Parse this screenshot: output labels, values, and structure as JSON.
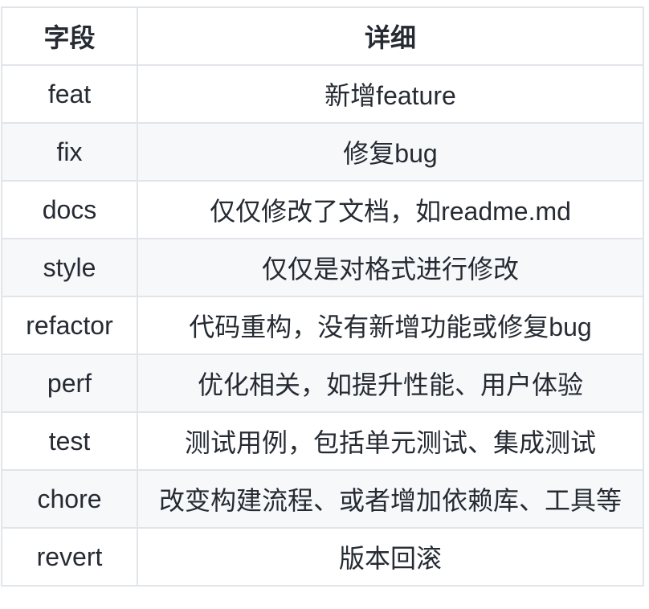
{
  "table": {
    "name": "commit-type-reference-table",
    "headers": [
      "字段",
      "详细"
    ],
    "rows": [
      {
        "field": "feat",
        "detail": "新增feature"
      },
      {
        "field": "fix",
        "detail": "修复bug"
      },
      {
        "field": "docs",
        "detail": "仅仅修改了文档，如readme.md"
      },
      {
        "field": "style",
        "detail": "仅仅是对格式进行修改"
      },
      {
        "field": "refactor",
        "detail": "代码重构，没有新增功能或修复bug"
      },
      {
        "field": "perf",
        "detail": "优化相关，如提升性能、用户体验"
      },
      {
        "field": "test",
        "detail": "测试用例，包括单元测试、集成测试"
      },
      {
        "field": "chore",
        "detail": "改变构建流程、或者增加依赖库、工具等"
      },
      {
        "field": "revert",
        "detail": "版本回滚"
      }
    ]
  },
  "colors": {
    "border": "#e1e4e8",
    "zebra_row_bg": "#f6f8fa",
    "text": "#262b33",
    "background": "#ffffff"
  }
}
